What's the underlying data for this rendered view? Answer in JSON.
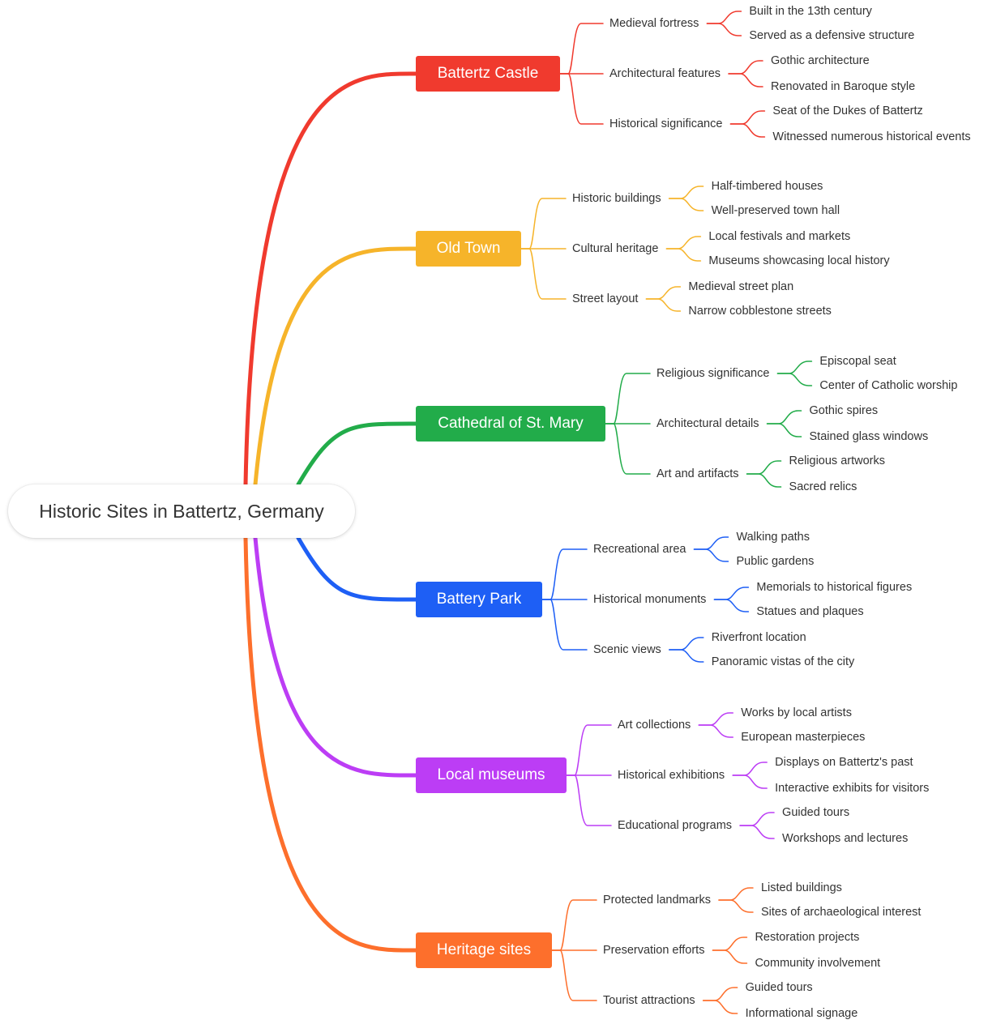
{
  "root": {
    "label": "Historic Sites in Battertz, Germany"
  },
  "colors": [
    "#f03a2e",
    "#f6b42a",
    "#22ac4a",
    "#1e5ff5",
    "#bc3df5",
    "#fd6f2c"
  ],
  "branches": [
    {
      "label": "Battertz Castle",
      "children": [
        {
          "label": "Medieval fortress",
          "children": [
            "Built in the 13th century",
            "Served as a defensive structure"
          ]
        },
        {
          "label": "Architectural features",
          "children": [
            "Gothic architecture",
            "Renovated in Baroque style"
          ]
        },
        {
          "label": "Historical significance",
          "children": [
            "Seat of the Dukes of Battertz",
            "Witnessed numerous historical events"
          ]
        }
      ]
    },
    {
      "label": "Old Town",
      "children": [
        {
          "label": "Historic buildings",
          "children": [
            "Half-timbered houses",
            "Well-preserved town hall"
          ]
        },
        {
          "label": "Cultural heritage",
          "children": [
            "Local festivals and markets",
            "Museums showcasing local history"
          ]
        },
        {
          "label": "Street layout",
          "children": [
            "Medieval street plan",
            "Narrow cobblestone streets"
          ]
        }
      ]
    },
    {
      "label": "Cathedral of St. Mary",
      "children": [
        {
          "label": "Religious significance",
          "children": [
            "Episcopal seat",
            "Center of Catholic worship"
          ]
        },
        {
          "label": "Architectural details",
          "children": [
            "Gothic spires",
            "Stained glass windows"
          ]
        },
        {
          "label": "Art and artifacts",
          "children": [
            "Religious artworks",
            "Sacred relics"
          ]
        }
      ]
    },
    {
      "label": "Battery Park",
      "children": [
        {
          "label": "Recreational area",
          "children": [
            "Walking paths",
            "Public gardens"
          ]
        },
        {
          "label": "Historical monuments",
          "children": [
            "Memorials to historical figures",
            "Statues and plaques"
          ]
        },
        {
          "label": "Scenic views",
          "children": [
            "Riverfront location",
            "Panoramic vistas of the city"
          ]
        }
      ]
    },
    {
      "label": "Local museums",
      "children": [
        {
          "label": "Art collections",
          "children": [
            "Works by local artists",
            "European masterpieces"
          ]
        },
        {
          "label": "Historical exhibitions",
          "children": [
            "Displays on Battertz's past",
            "Interactive exhibits for visitors"
          ]
        },
        {
          "label": "Educational programs",
          "children": [
            "Guided tours",
            "Workshops and lectures"
          ]
        }
      ]
    },
    {
      "label": "Heritage sites",
      "children": [
        {
          "label": "Protected landmarks",
          "children": [
            "Listed buildings",
            "Sites of archaeological interest"
          ]
        },
        {
          "label": "Preservation efforts",
          "children": [
            "Restoration projects",
            "Community involvement"
          ]
        },
        {
          "label": "Tourist attractions",
          "children": [
            "Guided tours",
            "Informational signage"
          ]
        }
      ]
    }
  ]
}
